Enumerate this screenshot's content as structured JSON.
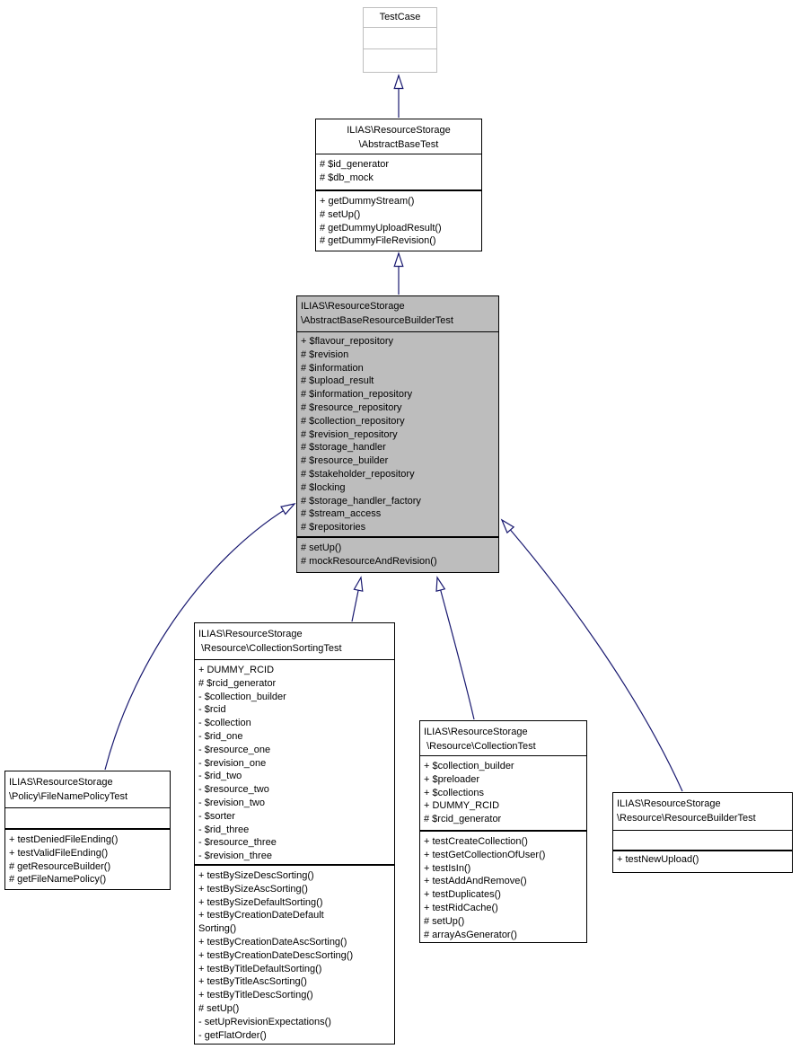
{
  "diagram": {
    "type": "uml-inheritance-diagram",
    "colors": {
      "arrow": "#191970",
      "selected_fill": "#bdbdbd",
      "box_border": "#000000",
      "external_border": "#bebebe",
      "background": "#ffffff"
    }
  },
  "classes": {
    "testcase": {
      "title_lines": [
        "TestCase"
      ],
      "attributes": [],
      "methods": []
    },
    "abstract_base_test": {
      "title_lines": [
        "ILIAS\\ResourceStorage",
        "\\AbstractBaseTest"
      ],
      "attributes": [
        "# $id_generator",
        "# $db_mock"
      ],
      "methods": [
        "+ getDummyStream()",
        "# setUp()",
        "# getDummyUploadResult()",
        "# getDummyFileRevision()"
      ]
    },
    "abstract_base_resource_builder_test": {
      "title_lines": [
        "ILIAS\\ResourceStorage",
        "\\AbstractBaseResourceBuilderTest"
      ],
      "attributes": [
        "+ $flavour_repository",
        "# $revision",
        "# $information",
        "# $upload_result",
        "# $information_repository",
        "# $resource_repository",
        "# $collection_repository",
        "# $revision_repository",
        "# $storage_handler",
        "# $resource_builder",
        "# $stakeholder_repository",
        "# $locking",
        "# $storage_handler_factory",
        "# $stream_access",
        "# $repositories"
      ],
      "methods": [
        "# setUp()",
        "# mockResourceAndRevision()"
      ]
    },
    "file_name_policy_test": {
      "title_lines": [
        "ILIAS\\ResourceStorage",
        "\\Policy\\FileNamePolicyTest"
      ],
      "attributes": [],
      "methods": [
        "+ testDeniedFileEnding()",
        "+ testValidFileEnding()",
        "# getResourceBuilder()",
        "# getFileNamePolicy()"
      ]
    },
    "collection_sorting_test": {
      "title_lines": [
        "ILIAS\\ResourceStorage",
        " \\Resource\\CollectionSortingTest"
      ],
      "attributes": [
        "+ DUMMY_RCID",
        "# $rcid_generator",
        "- $collection_builder",
        "- $rcid",
        "- $collection",
        "- $rid_one",
        "- $resource_one",
        "- $revision_one",
        "- $rid_two",
        "- $resource_two",
        "- $revision_two",
        "- $sorter",
        "- $rid_three",
        "- $resource_three",
        "- $revision_three"
      ],
      "methods": [
        "+ testBySizeDescSorting()",
        "+ testBySizeAscSorting()",
        "+ testBySizeDefaultSorting()",
        "+ testByCreationDateDefault\nSorting()",
        "+ testByCreationDateAscSorting()",
        "+ testByCreationDateDescSorting()",
        "+ testByTitleDefaultSorting()",
        "+ testByTitleAscSorting()",
        "+ testByTitleDescSorting()",
        "# setUp()",
        "- setUpRevisionExpectations()",
        "- getFlatOrder()"
      ]
    },
    "collection_test": {
      "title_lines": [
        "ILIAS\\ResourceStorage",
        " \\Resource\\CollectionTest"
      ],
      "attributes": [
        "+ $collection_builder",
        "+ $preloader",
        "+ $collections",
        "+ DUMMY_RCID",
        "# $rcid_generator"
      ],
      "methods": [
        "+ testCreateCollection()",
        "+ testGetCollectionOfUser()",
        "+ testIsIn()",
        "+ testAddAndRemove()",
        "+ testDuplicates()",
        "+ testRidCache()",
        "# setUp()",
        "# arrayAsGenerator()"
      ]
    },
    "resource_builder_test": {
      "title_lines": [
        "ILIAS\\ResourceStorage",
        "\\Resource\\ResourceBuilderTest"
      ],
      "attributes": [],
      "methods": [
        "+ testNewUpload()"
      ]
    }
  }
}
